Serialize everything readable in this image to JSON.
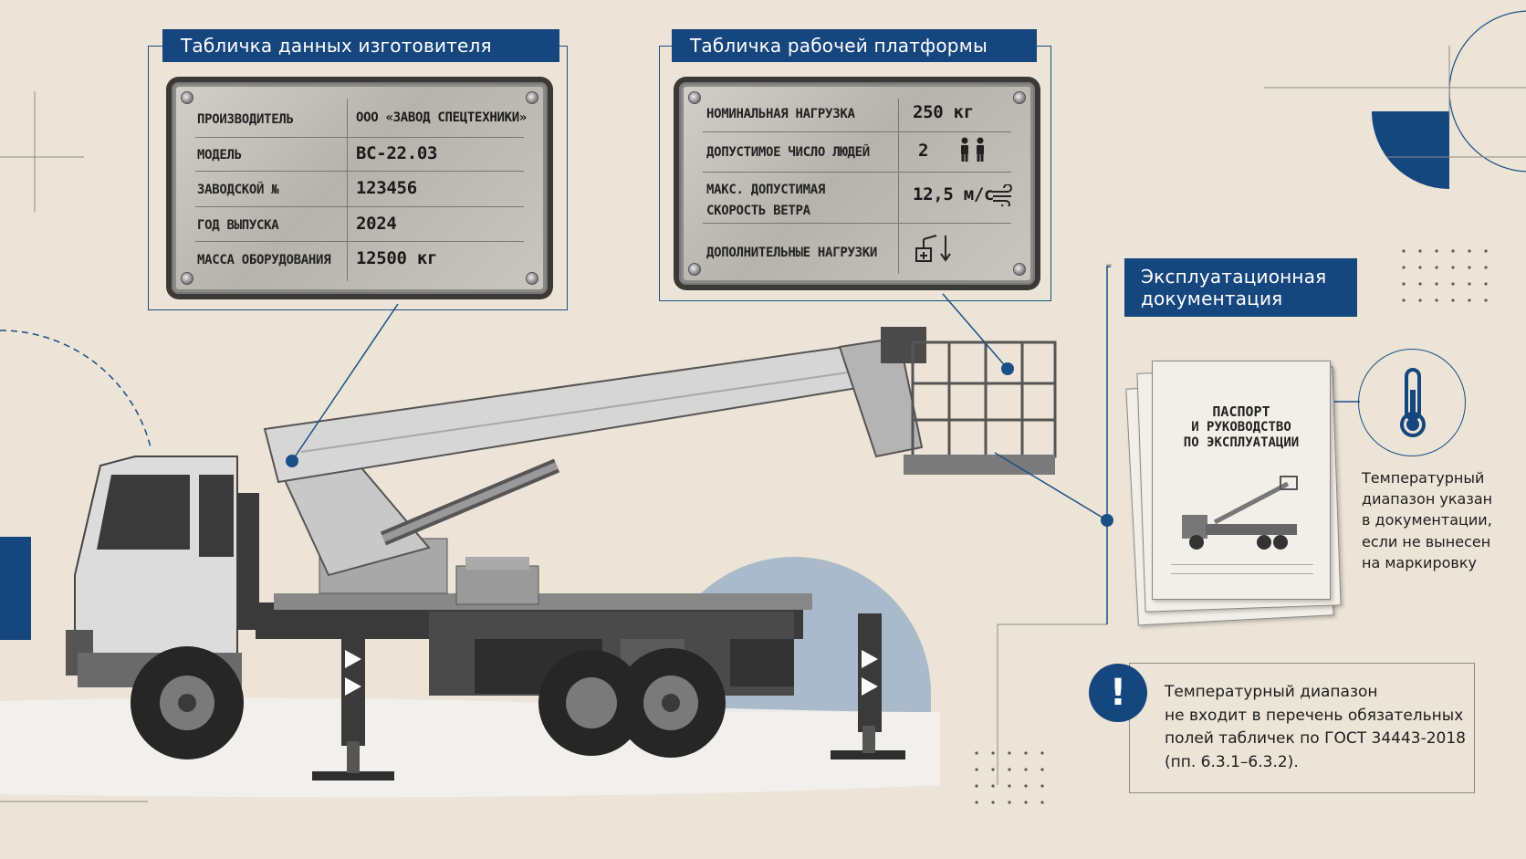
{
  "colors": {
    "background": "#ece4d6",
    "accent": "#15467e",
    "line": "#1a4f86",
    "circle_fill": "#9fb3c8"
  },
  "manufacturer_plate": {
    "header": "Табличка данных изготовителя",
    "rows": [
      {
        "label": "ПРОИЗВОДИТЕЛЬ",
        "value": "ООО «ЗАВОД СПЕЦТЕХНИКИ»"
      },
      {
        "label": "МОДЕЛЬ",
        "value": "ВС-22.03"
      },
      {
        "label": "ЗАВОДСКОЙ №",
        "value": "123456"
      },
      {
        "label": "ГОД ВЫПУСКА",
        "value": "2024"
      },
      {
        "label": "МАССА ОБОРУДОВАНИЯ",
        "value": "12500 кг"
      }
    ]
  },
  "platform_plate": {
    "header": "Табличка рабочей платформы",
    "rows": [
      {
        "label": "НОМИНАЛЬНАЯ НАГРУЗКА",
        "value": "250 кг",
        "icon": ""
      },
      {
        "label": "ДОПУСТИМОЕ ЧИСЛО ЛЮДЕЙ",
        "value": "2",
        "icon": "two-people-icon"
      },
      {
        "label_lines": [
          "МАКС. ДОПУСТИМАЯ",
          "СКОРОСТЬ ВЕТРА"
        ],
        "value": "12,5 м/с",
        "icon": "wind-icon"
      },
      {
        "label": "ДОПОЛНИТЕЛЬНЫЕ НАГРУЗКИ",
        "value": "",
        "icon": "extra-load-icon"
      }
    ]
  },
  "documentation": {
    "header_lines": [
      "Эксплуатационная",
      "документация"
    ],
    "doc_title_lines": [
      "ПАСПОРТ",
      "И РУКОВОДСТВО",
      "ПО ЭКСПЛУАТАЦИИ"
    ],
    "thermometer_note_lines": [
      "Температурный",
      "диапазон указан",
      "в документации,",
      "если не вынесен",
      "на маркировку"
    ],
    "warning_icon": "exclamation-icon",
    "warning_note_lines": [
      "Температурный диапазон",
      "не входит в перечень обязательных",
      "полей табличек по ГОСТ 34443-2018",
      "(пп. 6.3.1–6.3.2)."
    ]
  }
}
